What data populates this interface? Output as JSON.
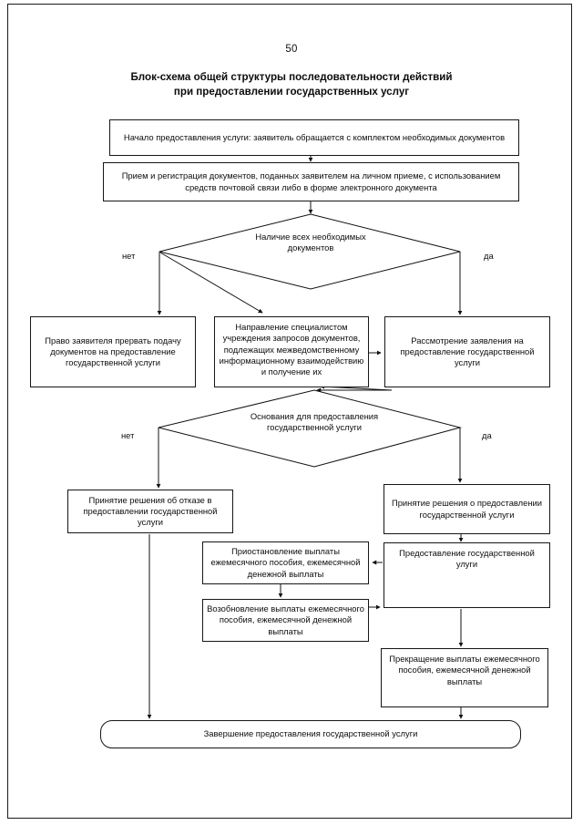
{
  "document": {
    "page_number": "50",
    "title_line_1": "Блок-схема общей структуры последовательности действий",
    "title_line_2": "при предоставлении государственных услуг"
  },
  "flowchart": {
    "type": "flowchart",
    "nodes": [
      {
        "id": "start",
        "shape": "process",
        "text": "Начало предоставления услуги: заявитель обращается с комплектом необходимых документов"
      },
      {
        "id": "registration",
        "shape": "process",
        "text": "Прием и регистрация документов, поданных заявителем на личном приеме, с использованием средств почтовой связи либо в форме электронного документа"
      },
      {
        "id": "decision-docs",
        "shape": "decision",
        "text_line_1": "Наличие всех необходимых",
        "text_line_2": "документов",
        "no_label": "нет",
        "yes_label": "да"
      },
      {
        "id": "right-to-interrupt",
        "shape": "process",
        "text": "Право заявителя прервать подачу документов на предоставление государственной услуги"
      },
      {
        "id": "interagency-requests",
        "shape": "process",
        "text": "Направление специалистом учреждения запросов документов, подлежащих межведомственному информационному взаимодействию и получение их"
      },
      {
        "id": "application-review",
        "shape": "process",
        "text": "Рассмотрение заявления на предоставление государственной услуги"
      },
      {
        "id": "decision-grounds",
        "shape": "decision",
        "text_line_1": "Основания для предоставления",
        "text_line_2": "государственной услуги",
        "no_label": "нет",
        "yes_label": "да"
      },
      {
        "id": "refusal-decision",
        "shape": "process",
        "text": "Принятие решения об отказе в предоставлении государственной услуги"
      },
      {
        "id": "grant-decision",
        "shape": "process",
        "text": "Принятие решения о предоставлении государственной услуги"
      },
      {
        "id": "service-provision",
        "shape": "process",
        "text": "Предоставление государственной улуги"
      },
      {
        "id": "payment-suspension",
        "shape": "process",
        "text": "Приостановление выплаты ежемесячного пособия, ежемесячной денежной выплаты"
      },
      {
        "id": "payment-resumption",
        "shape": "process",
        "text": "Возобновление выплаты ежемесячного пособия, ежемесячной денежной выплаты"
      },
      {
        "id": "payment-termination",
        "shape": "process",
        "text": "Прекращение выплаты ежемесячного пособия, ежемесячной денежной выплаты"
      },
      {
        "id": "end",
        "shape": "terminator",
        "text": "Завершение предоставления государственной услуги"
      }
    ]
  }
}
